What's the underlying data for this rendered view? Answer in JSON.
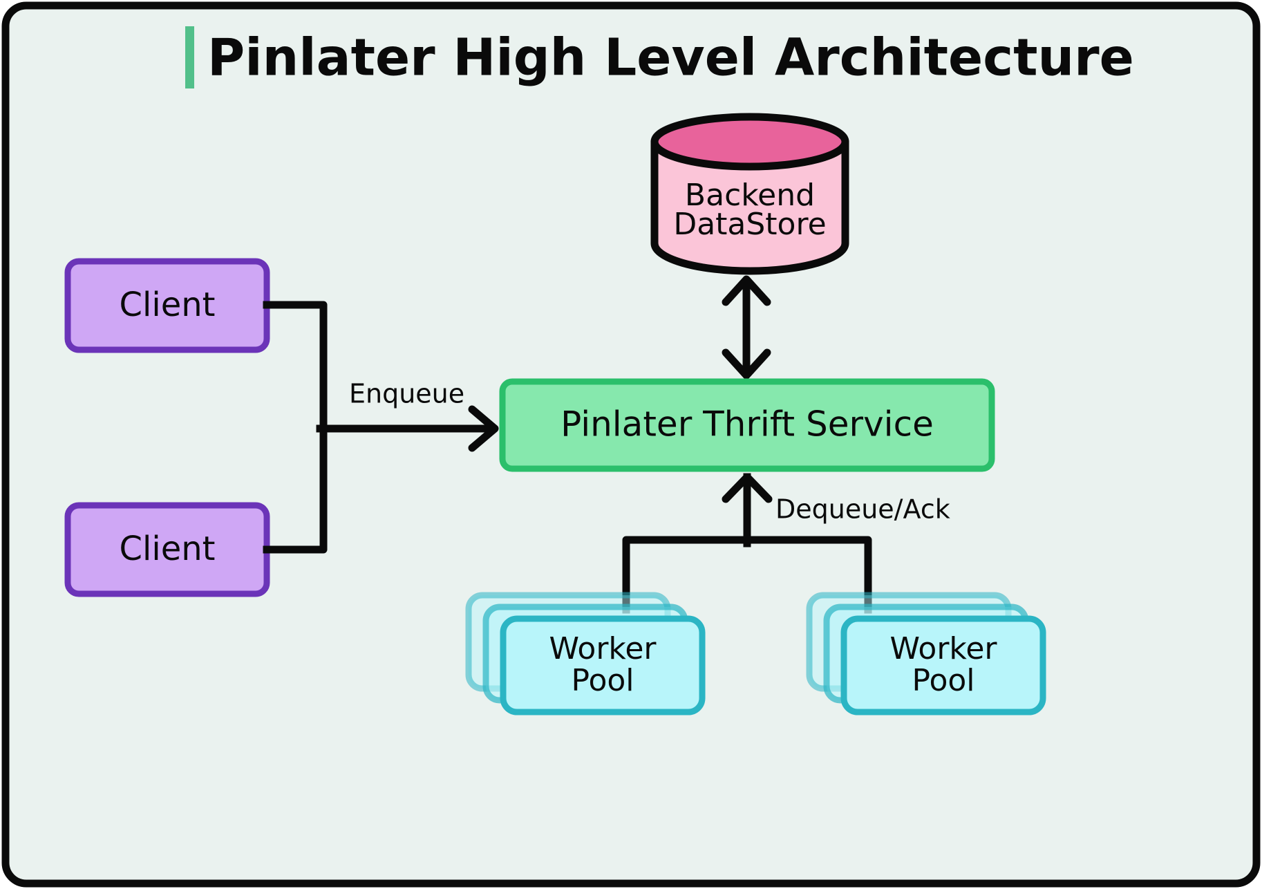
{
  "diagram": {
    "title": "Pinlater High Level Architecture",
    "title_accent_color": "#52C08A",
    "background_color": "#EAF2EF",
    "frame_border_color": "#0A0A0A",
    "stroke_color": "#0A0A0A"
  },
  "nodes": {
    "client_top": {
      "label": "Client",
      "fill": "#CFA7F5",
      "border": "#6B34B8"
    },
    "client_bottom": {
      "label": "Client",
      "fill": "#CFA7F5",
      "border": "#6B34B8"
    },
    "datastore": {
      "label_line1": "Backend",
      "label_line2": "DataStore",
      "body_fill": "#FBC5D8",
      "top_fill": "#E8639B",
      "border": "#0A0A0A"
    },
    "thrift_service": {
      "label": "Pinlater Thrift Service",
      "fill": "#86E8AD",
      "border": "#2BBF6B"
    },
    "worker_pool_left": {
      "label_line1": "Worker",
      "label_line2": "Pool",
      "fill": "#B8F5FA",
      "border": "#2BB5C4",
      "stack_count": 3
    },
    "worker_pool_right": {
      "label_line1": "Worker",
      "label_line2": "Pool",
      "fill": "#B8F5FA",
      "border": "#2BB5C4",
      "stack_count": 3
    }
  },
  "edges": {
    "enqueue": {
      "label": "Enqueue",
      "from": "clients",
      "to": "thrift_service"
    },
    "dequeue_ack": {
      "label": "Dequeue/Ack",
      "from": "worker_pools",
      "to": "thrift_service"
    },
    "datastore_link": {
      "label": "",
      "from": "thrift_service",
      "to": "datastore",
      "bidirectional": true
    }
  }
}
